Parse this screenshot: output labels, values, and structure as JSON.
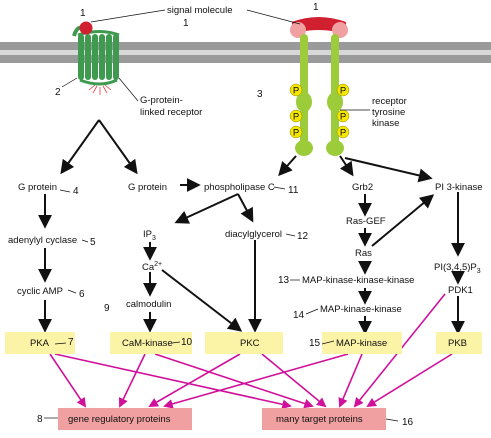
{
  "membrane_labels": {
    "signal_molecule": "signal molecule",
    "gpcr": [
      "G-protein-",
      "linked receptor"
    ],
    "rtk": [
      "receptor",
      "tyrosine",
      "kinase"
    ],
    "phospho": "P"
  },
  "nodes": {
    "g_protein_left": "G protein",
    "g_protein_right": "G protein",
    "adenylyl_cyclase": "adenylyl cyclase",
    "cyclic_amp": "cyclic AMP",
    "phospholipase_c": "phospholipase C",
    "ip3_base": "IP",
    "ip3_sub": "3",
    "ca_base": "Ca",
    "ca_sup": "2+",
    "calmodulin": "calmodulin",
    "diacylglycerol": "diacylglycerol",
    "grb2": "Grb2",
    "ras_gef": "Ras-GEF",
    "ras": "Ras",
    "mapkkk": "MAP-kinase-kinase-kinase",
    "mapkk": "MAP-kinase-kinase",
    "pi3_kinase": "PI 3-kinase",
    "pip3_a": "PI(3,4,5)P",
    "pip3_sub": "3",
    "pdk1": "PDK1"
  },
  "kinases": {
    "pka": "PKA",
    "camk": "CaM-kinase",
    "pkc": "PKC",
    "mapk": "MAP-kinase",
    "pkb": "PKB"
  },
  "targets": {
    "gene_regulatory": "gene regulatory proteins",
    "many_targets": "many target proteins"
  },
  "callouts": [
    "1",
    "1",
    "1",
    "2",
    "3",
    "4",
    "5",
    "6",
    "7",
    "8",
    "9",
    "10",
    "11",
    "12",
    "13",
    "14",
    "15",
    "16"
  ],
  "colors": {
    "membrane": "#9a9a9a",
    "gpcr_green": "#3e9a4e",
    "rtk_green": "#9ccc3a",
    "ligand_red": "#d02030",
    "phospho_yellow": "#f5e600",
    "kinase_box": "#fbf3a6",
    "target_box": "#f0a0a0",
    "magenta_arrow": "#d0109a",
    "black_arrow": "#111111"
  }
}
